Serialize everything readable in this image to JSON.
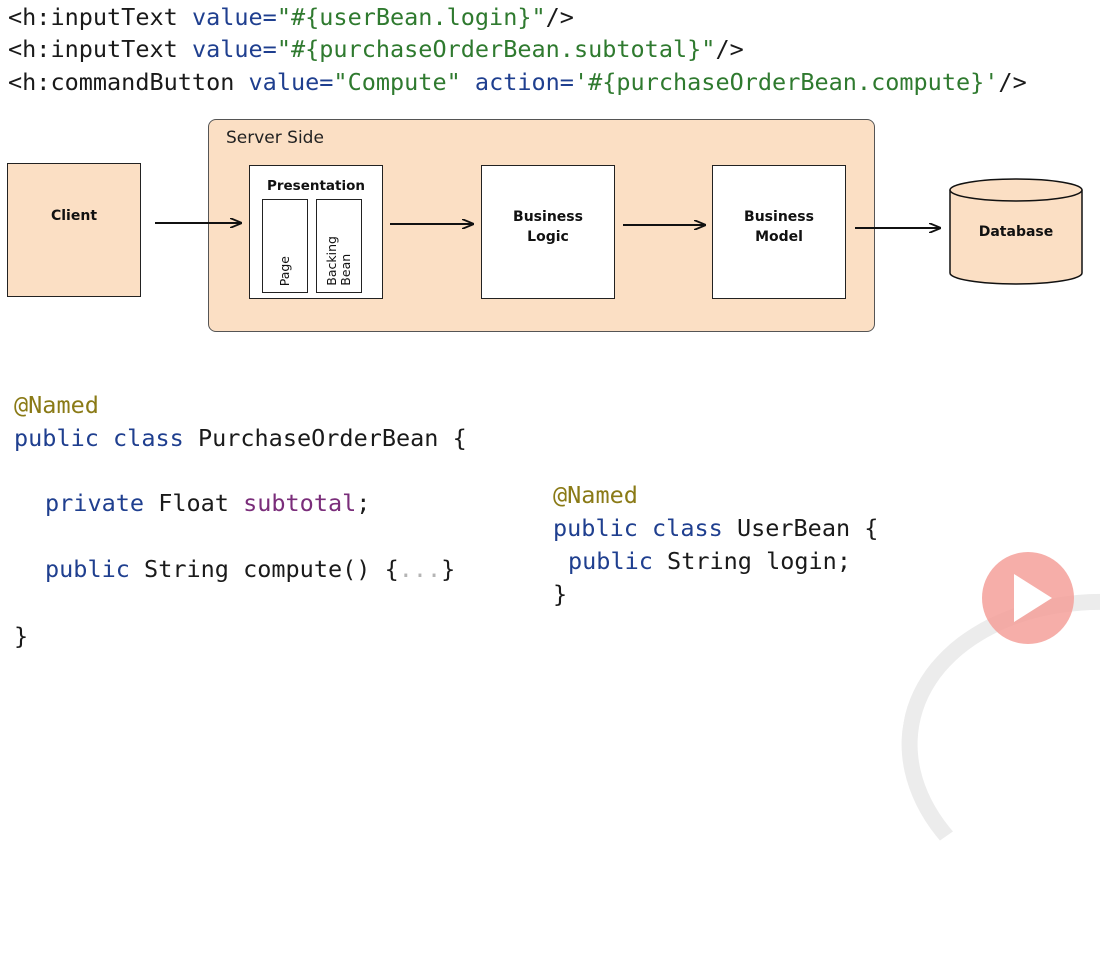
{
  "jsf": {
    "line1": {
      "tag_open": "<h:inputText ",
      "attr": "value=",
      "value": "\"#{userBean.login}\"",
      "tag_close": "/>"
    },
    "line2": {
      "tag_open": "<h:inputText ",
      "attr": "value=",
      "value": "\"#{purchaseOrderBean.subtotal}\"",
      "tag_close": "/>"
    },
    "line3": {
      "tag_open": "<h:commandButton ",
      "attr1": "value=",
      "value1": "\"Compute\"",
      "space": " ",
      "attr2": "action=",
      "value2": "'#{purchaseOrderBean.compute}'",
      "tag_close": "/>"
    }
  },
  "diagram": {
    "server_label": "Server Side",
    "client": "Client",
    "presentation": "Presentation",
    "page": "Page",
    "backing_bean": "Backing\nBean",
    "business_logic": "Business\nLogic",
    "business_model": "Business\nModel",
    "database": "Database",
    "colors": {
      "peach": "#fbdfc4",
      "border": "#222222"
    }
  },
  "code_left": {
    "annotation": "@Named",
    "class_kw": "public class ",
    "class_name": "PurchaseOrderBean {",
    "field_kw": "private ",
    "field_type": "Float ",
    "field_name": "subtotal",
    "field_end": ";",
    "method_kw": "public ",
    "method_sig": "String compute() {",
    "method_body": "...",
    "method_end": "}",
    "close": "}"
  },
  "code_right": {
    "annotation": "@Named",
    "class_kw": "public class ",
    "class_name": "UserBean {",
    "field_kw": "public ",
    "field_rest": "String login;",
    "close": "}"
  },
  "icons": {
    "play": "play-icon"
  }
}
